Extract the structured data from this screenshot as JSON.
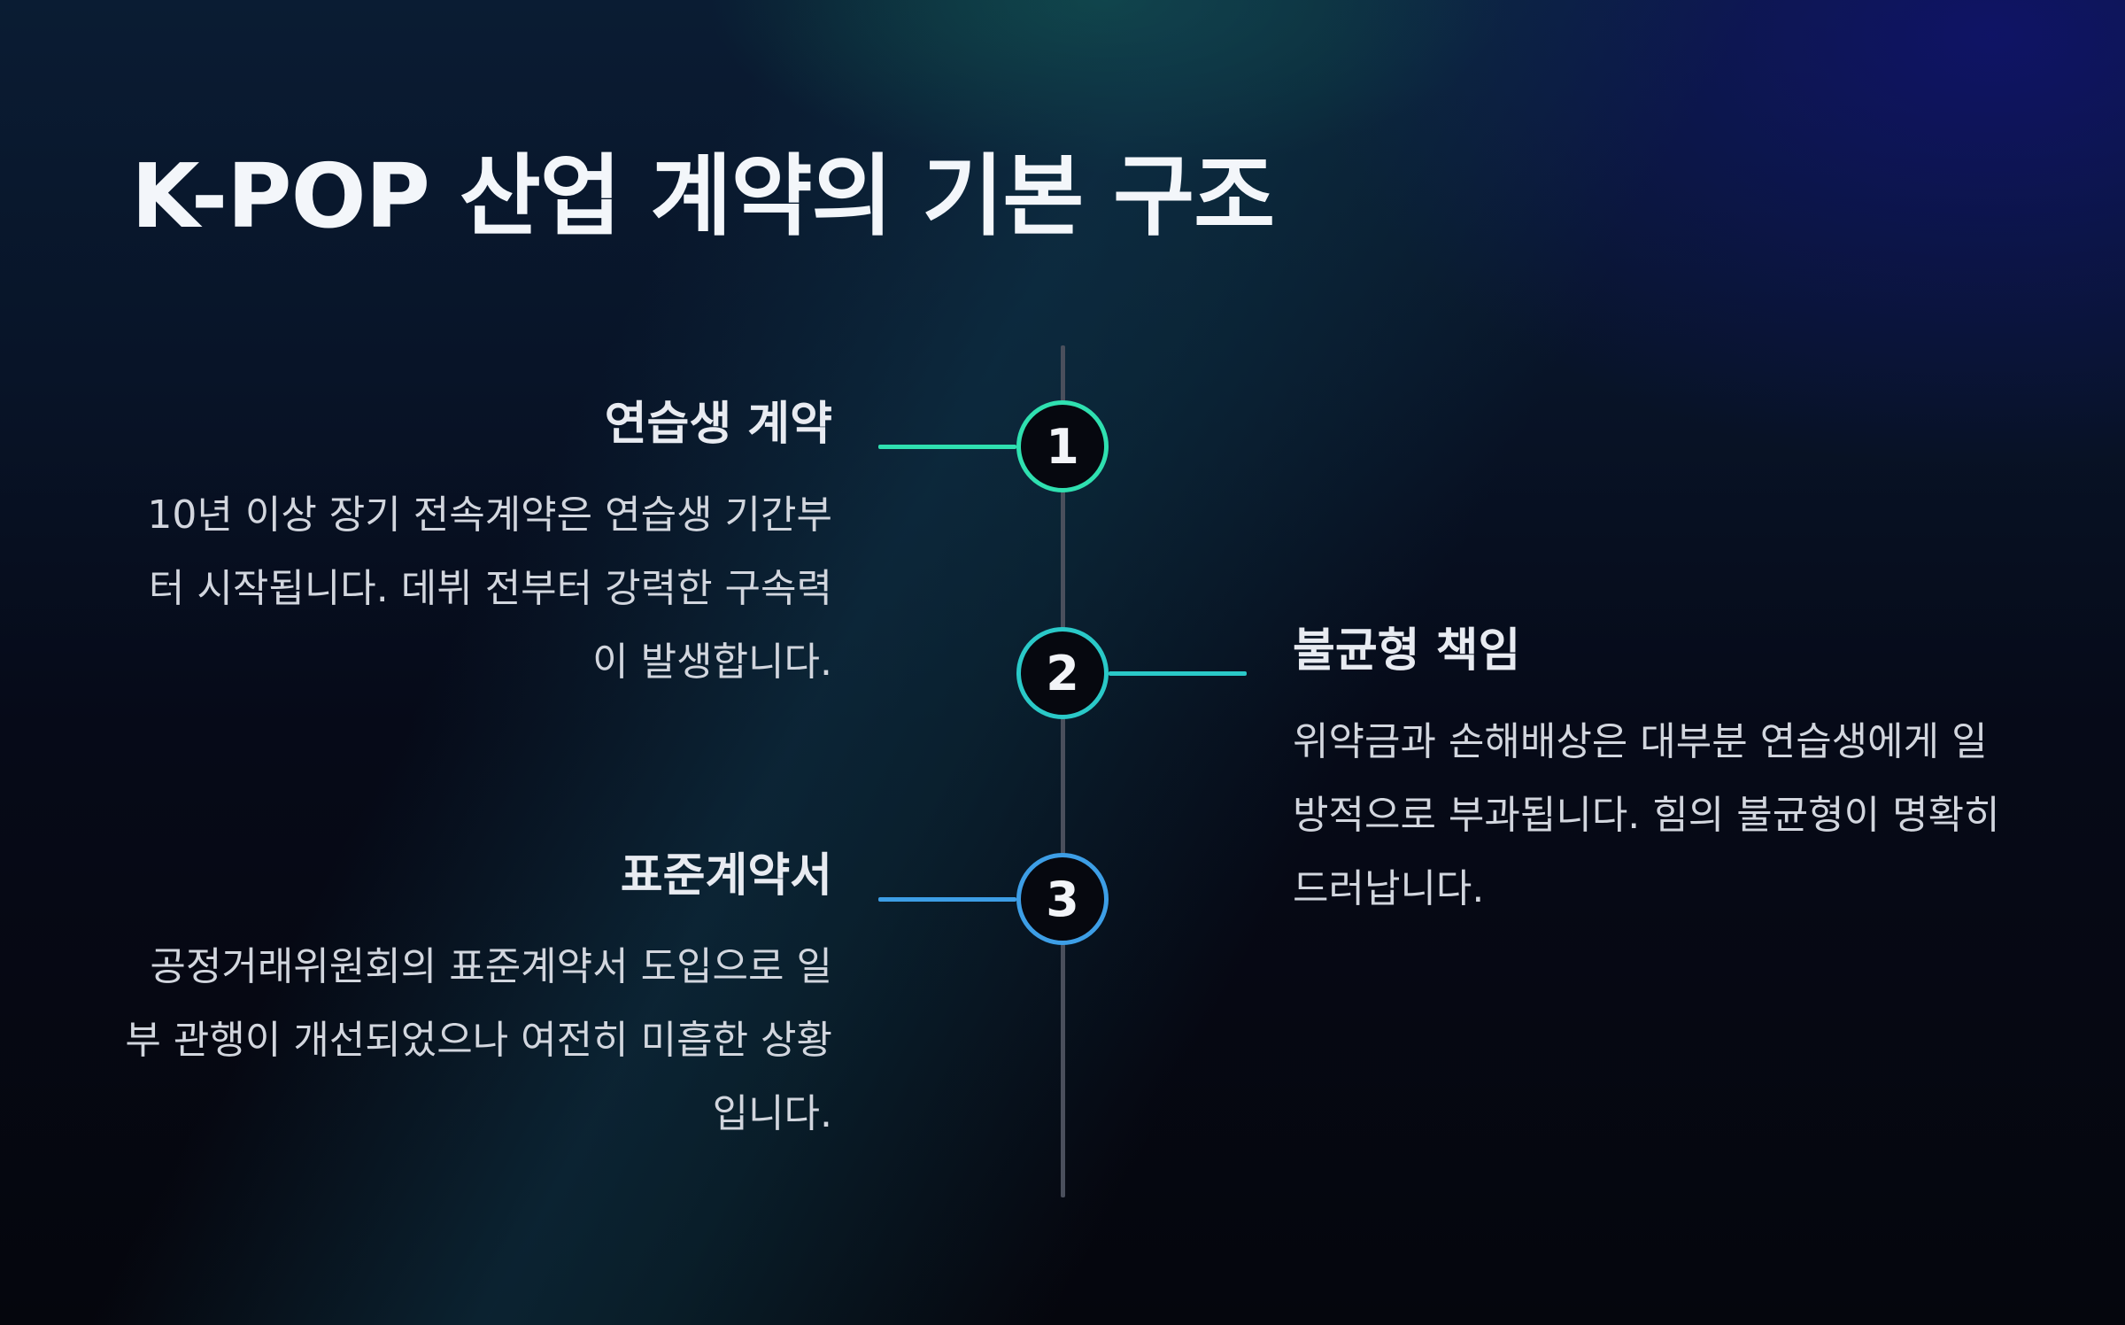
{
  "title": "K-POP 산업 계약의 기본 구조",
  "items": [
    {
      "number": "1",
      "title": "연습생 계약",
      "desc": "10년 이상 장기 전속계약은 연습생 기간부터 시작됩니다. 데뷔 전부터 강력한 구속력이 발생합니다.",
      "color": "#2fe0b0"
    },
    {
      "number": "2",
      "title": "불균형 책임",
      "desc": "위약금과 손해배상은 대부분 연습생에게 일방적으로 부과됩니다. 힘의 불균형이 명확히 드러납니다.",
      "color": "#2ac9c8"
    },
    {
      "number": "3",
      "title": "표준계약서",
      "desc": "공정거래위원회의 표준계약서 도입으로 일부 관행이 개선되었으나 여전히 미흡한 상황입니다.",
      "color": "#3d9ee6"
    }
  ]
}
